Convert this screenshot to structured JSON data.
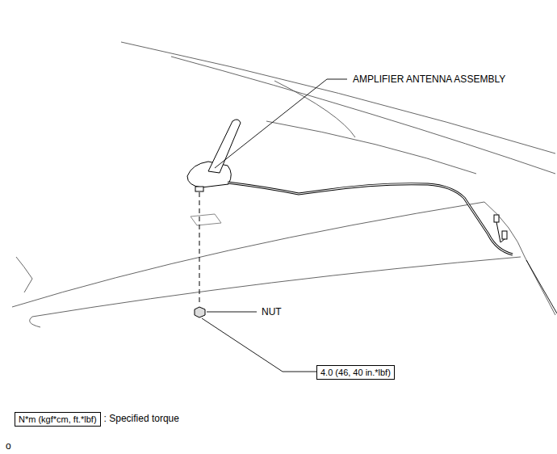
{
  "diagram": {
    "nodes": [
      {
        "text": [
          "4.0 (46, 40 in.*lbf)"
        ]
      },
      {
        "text": [
          "N*m (kgf*cm, ft.*lbf)"
        ]
      }
    ],
    "labels": [
      "AMPLIFIER ANTENNA ASSEMBLY",
      "NUT",
      ": Specified torque",
      "o"
    ]
  }
}
